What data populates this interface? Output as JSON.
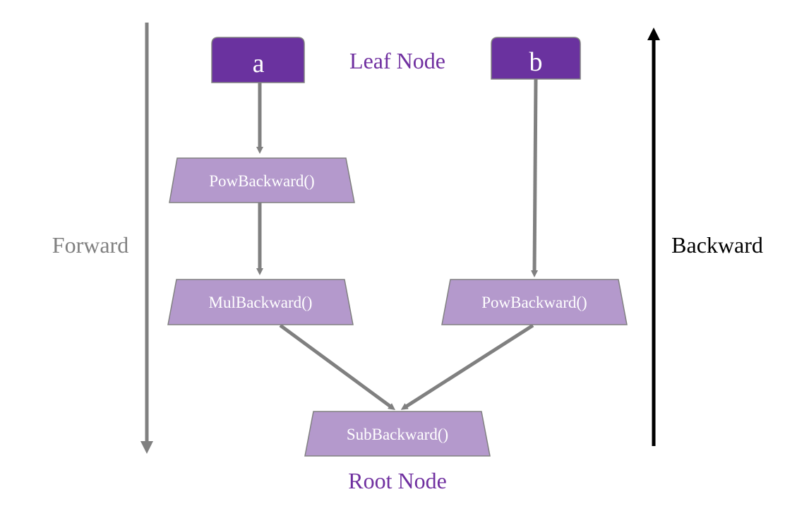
{
  "nodes": {
    "a": {
      "label": "a"
    },
    "b": {
      "label": "b"
    },
    "pow_a": {
      "label": "PowBackward()"
    },
    "mul": {
      "label": "MulBackward()"
    },
    "pow_b": {
      "label": "PowBackward()"
    },
    "sub": {
      "label": "SubBackward()"
    }
  },
  "annotations": {
    "leaf_node": "Leaf Node",
    "root_node": "Root Node"
  },
  "directions": {
    "forward": "Forward",
    "backward": "Backward"
  },
  "colors": {
    "leaf_fill": "#6a329f",
    "function_fill": "#b499cc",
    "edge": "#808080",
    "annotation": "#7030a0",
    "forward": "#808080",
    "backward": "#000000"
  }
}
